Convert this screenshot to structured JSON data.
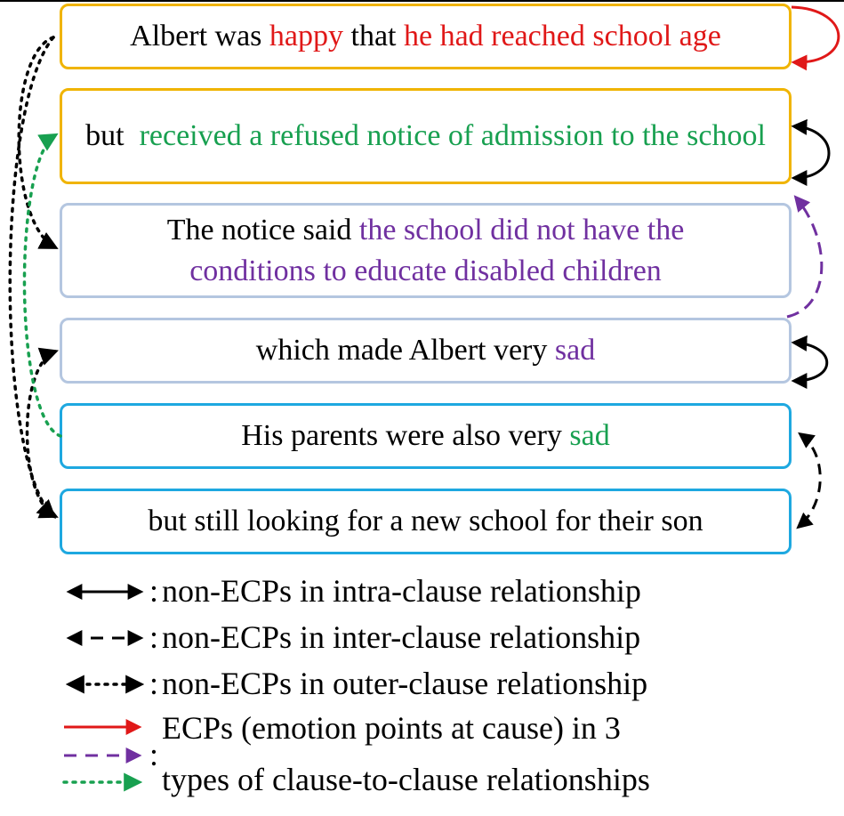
{
  "colors": {
    "emotion_red": "#e01818",
    "cause_green": "#18a050",
    "cause_purple": "#7030a0",
    "box_yellow": "#f0b400",
    "box_grey": "#b4c6e0",
    "box_cyan": "#1ea8e0"
  },
  "clauses": [
    {
      "id": 1,
      "segments": [
        {
          "text": "Albert was ",
          "color": "#000000"
        },
        {
          "text": "happy",
          "color": "#e01818"
        },
        {
          "text": " that ",
          "color": "#000000"
        },
        {
          "text": "he had reached school age",
          "color": "#e01818"
        }
      ]
    },
    {
      "id": 2,
      "segments": [
        {
          "text": "but  ",
          "color": "#000000"
        },
        {
          "text": "received a refused notice of admission to the school",
          "color": "#18a050"
        }
      ]
    },
    {
      "id": 3,
      "segments": [
        {
          "text": "The notice said ",
          "color": "#000000"
        },
        {
          "text": "the school did not have the conditions to educate disabled children",
          "color": "#7030a0"
        }
      ]
    },
    {
      "id": 4,
      "segments": [
        {
          "text": "which made Albert very ",
          "color": "#000000"
        },
        {
          "text": "sad",
          "color": "#7030a0"
        }
      ]
    },
    {
      "id": 5,
      "segments": [
        {
          "text": "His parents were also very ",
          "color": "#000000"
        },
        {
          "text": "sad",
          "color": "#18a050"
        }
      ]
    },
    {
      "id": 6,
      "segments": [
        {
          "text": "but still looking for a new school for their son",
          "color": "#000000"
        }
      ]
    }
  ],
  "legend": {
    "separator": ":",
    "intra": "non-ECPs in intra-clause relationship",
    "inter": "non-ECPs in inter-clause relationship",
    "outer": "non-ECPs in outer-clause relationship",
    "ecp_line1": "ECPs (emotion points at cause) in 3",
    "ecp_line2": "types of clause-to-clause relationships"
  }
}
